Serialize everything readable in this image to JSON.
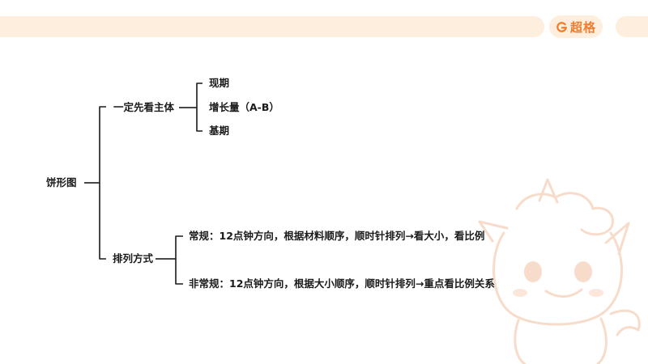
{
  "header": {
    "logo_text": "超格",
    "logo_icon": "g-logo-icon"
  },
  "mindmap": {
    "root": "饼形图",
    "branches": [
      {
        "label": "一定先看主体",
        "children": [
          "现期",
          "增长量（A-B）",
          "基期"
        ]
      },
      {
        "label": "排列方式",
        "children": [
          "常规：12点钟方向，根据材料顺序，顺时针排列→看大小，看比例",
          "非常规：12点钟方向，根据大小顺序，顺时针排列→重点看比例关系"
        ]
      }
    ]
  },
  "colors": {
    "accent": "#f07c2c",
    "bar": "#fdeede",
    "watermark": "#f7dccb",
    "line": "#1a1a1a"
  }
}
